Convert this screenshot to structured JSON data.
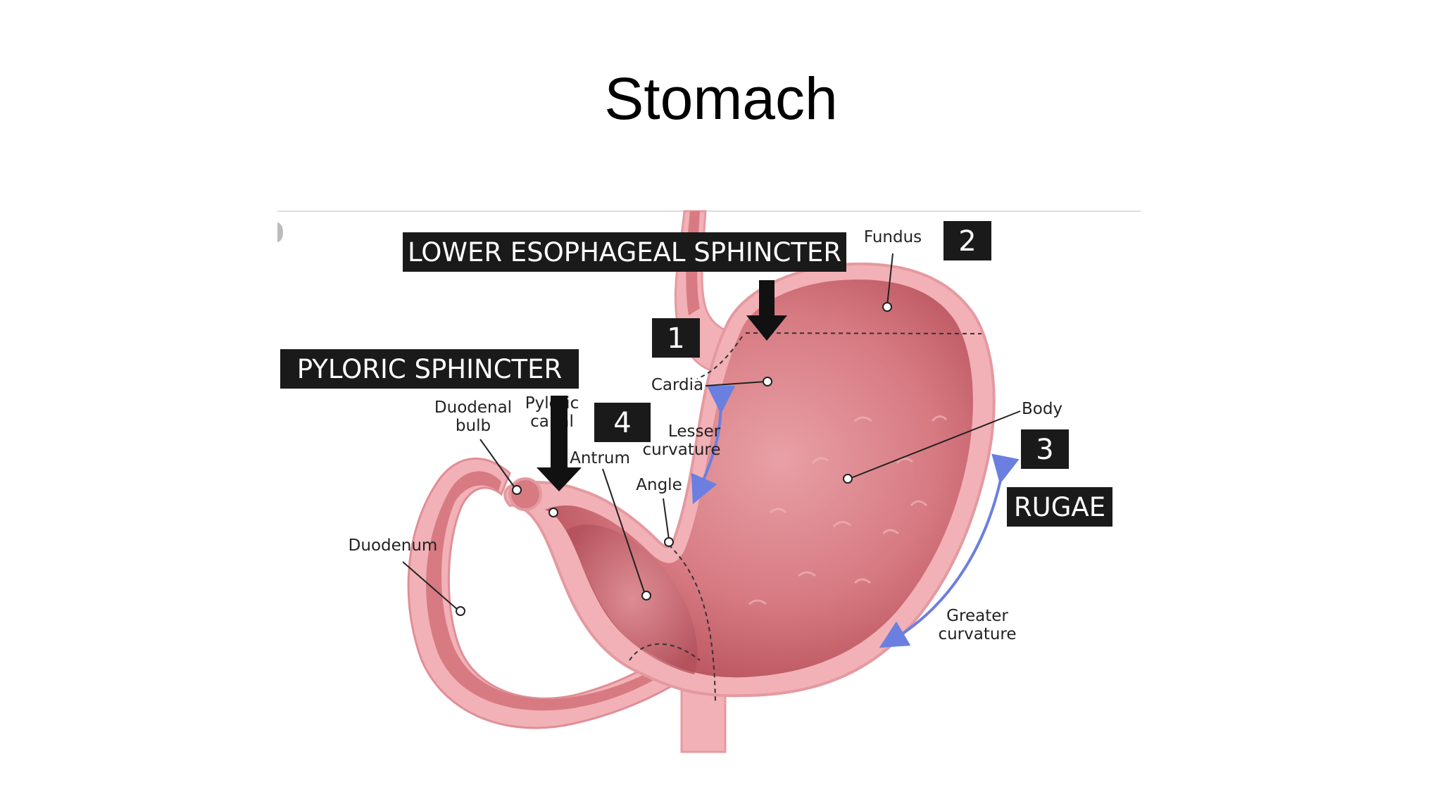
{
  "slide": {
    "title": "Stomach"
  },
  "callouts": {
    "les": "LOWER ESOPHAGEAL SPHINCTER",
    "pyloric": "PYLORIC SPHINCTER",
    "rugae": "RUGAE"
  },
  "numbers": {
    "n1": "1",
    "n2": "2",
    "n3": "3",
    "n4": "4"
  },
  "labels": {
    "fundus": "Fundus",
    "cardia": "Cardia",
    "body": "Body",
    "duodenal_bulb_1": "Duodenal",
    "duodenal_bulb_2": "bulb",
    "pyloric_canal_1": "Pyloric",
    "pyloric_canal_2": "canal",
    "lesser_curvature_1": "Lesser",
    "lesser_curvature_2": "curvature",
    "antrum": "Antrum",
    "angle": "Angle",
    "duodenum": "Duodenum",
    "greater_curvature_1": "Greater",
    "greater_curvature_2": "curvature"
  },
  "colors": {
    "tissue_outer": "#f2b1b6",
    "tissue_inner": "#d9787f",
    "tissue_dark": "#b84f5a",
    "curvature_arrow": "#6a7fe0",
    "callout_bg": "#1a1a1a"
  }
}
